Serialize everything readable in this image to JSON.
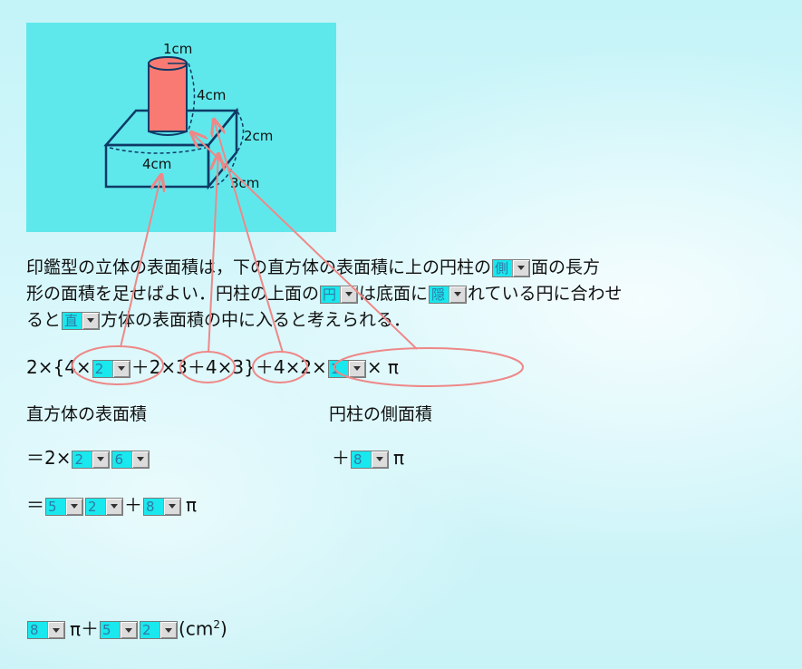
{
  "figure": {
    "label_radius": "1cm",
    "label_height": "4cm",
    "label_box_height": "2cm",
    "label_box_width": "4cm",
    "label_box_depth": "3cm"
  },
  "text": {
    "line1_a": "印鑑型の立体の表面積は，下の直方体の表面積に上の円柱の",
    "line1_b": "面の長方",
    "line2_a": "形の面積を足せばよい．円柱の上面の",
    "line2_b": "は底面に",
    "line2_c": "れている円に合わせ",
    "line3_a": "ると",
    "line3_b": "方体の表面積の中に入ると考えられる．"
  },
  "dropdowns": {
    "side": "側",
    "circle": "円",
    "hidden": "隠",
    "straight": "直",
    "f_2": "2",
    "f_1": "1",
    "r1_a": "2",
    "r1_b": "6",
    "cyl": "8",
    "r2_a": "5",
    "r2_b": "2",
    "r2_c": "8",
    "ans_a": "8",
    "ans_b": "5",
    "ans_c": "2"
  },
  "formula": {
    "p1": "2×{4×",
    "p2": "＋2×3＋4×3}＋4×2×",
    "p3": "× π"
  },
  "headings": {
    "cuboid": "直方体の表面積",
    "cylinder": "円柱の側面積"
  },
  "eq": {
    "row1_prefix": "＝2×",
    "cyl_prefix": "＋",
    "pi": "π",
    "row2_prefix": "＝",
    "plus": "＋",
    "ans_pi": "π",
    "ans_plus": "＋",
    "unit": "(cm",
    "unit_exp": "2",
    "unit_close": ")"
  },
  "colors": {
    "figure_bg": "#5fe8ec",
    "cylinder": "#f87a72",
    "annotation": "#ee8888",
    "dropdown_bg": "#19e8ee"
  }
}
